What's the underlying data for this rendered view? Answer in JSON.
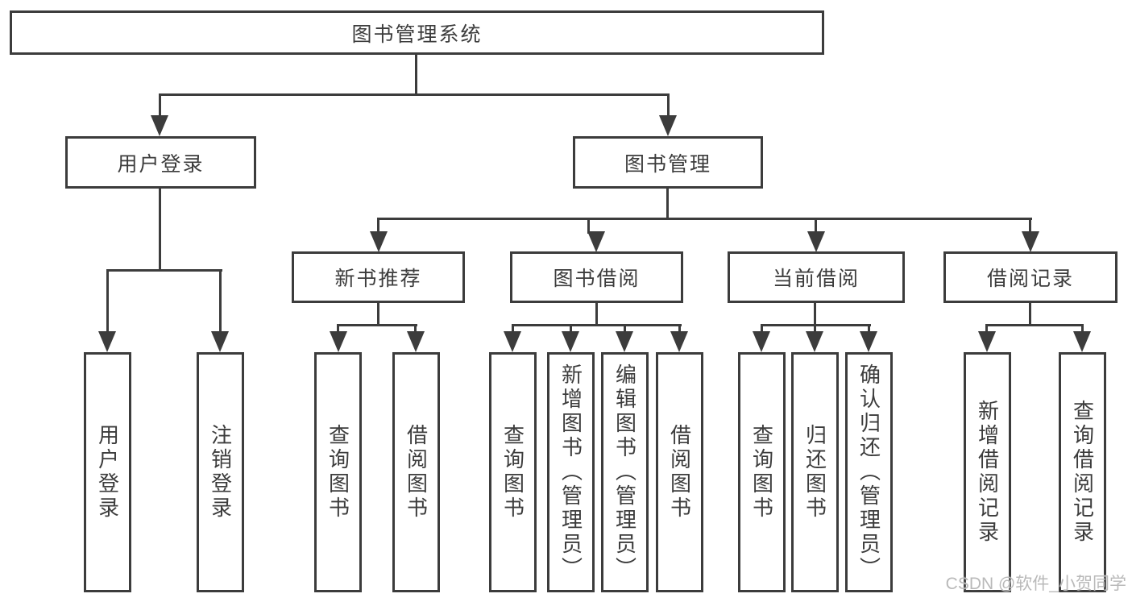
{
  "tree": {
    "root": {
      "label": "图书管理系统"
    },
    "branches": [
      {
        "label": "用户登录",
        "children": [
          {
            "label": "用户登录"
          },
          {
            "label": "注销登录"
          }
        ]
      },
      {
        "label": "图书管理",
        "children": [
          {
            "label": "新书推荐",
            "children": [
              {
                "label": "查询图书"
              },
              {
                "label": "借阅图书"
              }
            ]
          },
          {
            "label": "图书借阅",
            "children": [
              {
                "label": "查询图书"
              },
              {
                "label": "新增图书（管理员）"
              },
              {
                "label": "编辑图书（管理员）"
              },
              {
                "label": "借阅图书"
              }
            ]
          },
          {
            "label": "当前借阅",
            "children": [
              {
                "label": "查询图书"
              },
              {
                "label": "归还图书"
              },
              {
                "label": "确认归还（管理员）"
              }
            ]
          },
          {
            "label": "借阅记录",
            "children": [
              {
                "label": "新增借阅记录"
              },
              {
                "label": "查询借阅记录"
              }
            ]
          }
        ]
      }
    ]
  },
  "watermark": {
    "text": "CSDN @软件_小贺同学"
  },
  "colors": {
    "line": "#3c3c3c",
    "text": "#3c3c3c",
    "watermark": "#b9b9b9",
    "background": "#ffffff"
  }
}
